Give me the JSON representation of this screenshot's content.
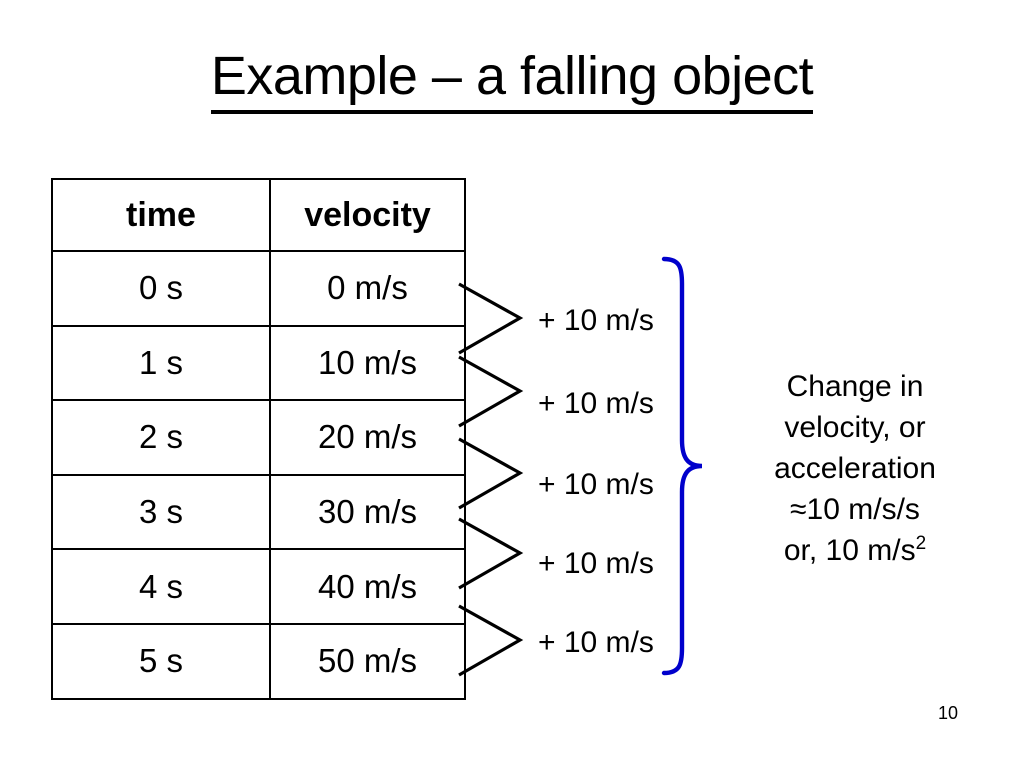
{
  "slide": {
    "title": "Example – a falling object",
    "page_number": "10",
    "background_color": "#ffffff",
    "text_color": "#000000",
    "brace_color": "#0000cc"
  },
  "table": {
    "headers": [
      "time",
      "velocity"
    ],
    "rows": [
      {
        "time": "0 s",
        "velocity": "0 m/s"
      },
      {
        "time": "1 s",
        "velocity": "10 m/s"
      },
      {
        "time": "2 s",
        "velocity": "20 m/s"
      },
      {
        "time": "3 s",
        "velocity": "30 m/s"
      },
      {
        "time": "4 s",
        "velocity": "40 m/s"
      },
      {
        "time": "5 s",
        "velocity": "50 m/s"
      }
    ]
  },
  "deltas": [
    {
      "label": "+ 10 m/s"
    },
    {
      "label": "+ 10 m/s"
    },
    {
      "label": "+ 10 m/s"
    },
    {
      "label": "+ 10 m/s"
    },
    {
      "label": "+ 10 m/s"
    }
  ],
  "caption": {
    "line1": "Change in",
    "line2": "velocity, or",
    "line3": "acceleration",
    "line4": "≈10 m/s/s",
    "line5_prefix": "or, 10 m/s",
    "line5_exponent": "2"
  },
  "chart_data": {
    "type": "table",
    "title": "Example – a falling object",
    "columns": [
      "time",
      "velocity"
    ],
    "x": [
      0,
      1,
      2,
      3,
      4,
      5
    ],
    "values": [
      0,
      10,
      20,
      30,
      40,
      50
    ],
    "xlabel": "time (s)",
    "ylabel": "velocity (m/s)",
    "annotations": [
      "+ 10 m/s",
      "+ 10 m/s",
      "+ 10 m/s",
      "+ 10 m/s",
      "+ 10 m/s",
      "Change in velocity, or acceleration ≈10 m/s/s or, 10 m/s²"
    ]
  }
}
